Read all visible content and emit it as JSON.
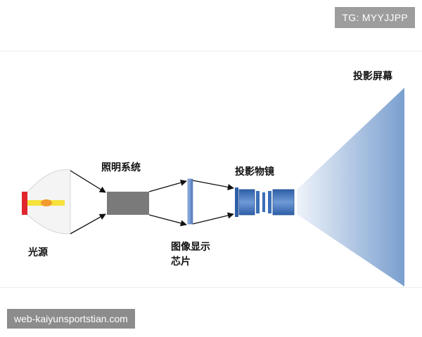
{
  "overlay": {
    "tag": "TG: MYYJJPP",
    "url": "web-kaiyunsportstian.com"
  },
  "diagram": {
    "light_source": "光源",
    "illumination_system": "照明系统",
    "display_chip_line1": "图像显示",
    "display_chip_line2": "芯片",
    "projection_lens": "投影物镜",
    "projection_screen": "投影屏幕"
  },
  "colors": {
    "source_red": "#e0252f",
    "beam_yellow": "#f5e23c",
    "illum_box": "#7a7a7a",
    "lens_blue": "#3b6fb8",
    "screen_blue": "#7a9fcf"
  }
}
